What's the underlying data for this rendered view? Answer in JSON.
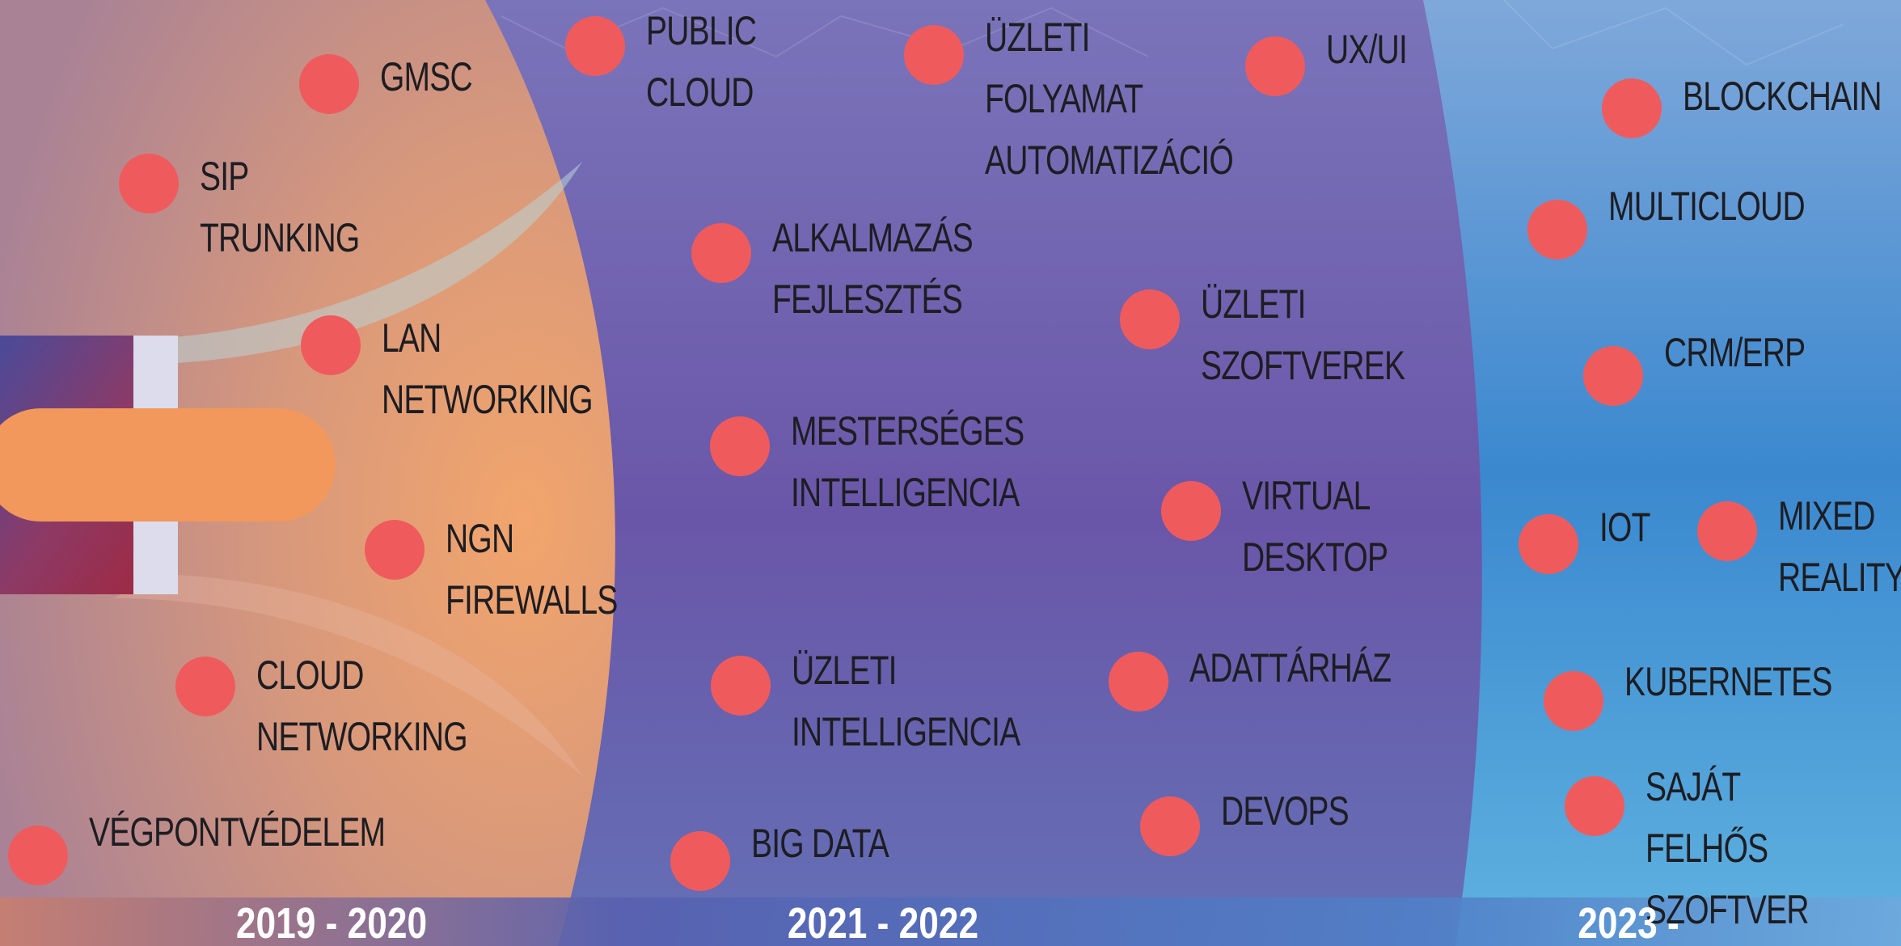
{
  "colors": {
    "dot": "#ef5b5d",
    "text": "#1d1d22",
    "period_text": "#ffffff",
    "panel_left": "#d99579",
    "panel_mid": "#6c64ae",
    "panel_right": "#4a9ad2",
    "magnet": "#9a3a58"
  },
  "periods": [
    {
      "label": "2019 - 2020"
    },
    {
      "label": "2021 - 2022"
    },
    {
      "label": "2023 -"
    }
  ],
  "items": [
    {
      "label": "GMSC"
    },
    {
      "label": "SIP\nTRUNKING"
    },
    {
      "label": "LAN\nNETWORKING"
    },
    {
      "label": "NGN\nFIREWALLS"
    },
    {
      "label": "CLOUD\nNETWORKING"
    },
    {
      "label": "VÉGPONTVÉDELEM"
    },
    {
      "label": "PUBLIC\nCLOUD"
    },
    {
      "label": "ÜZLETI\nFOLYAMAT\nAUTOMATIZÁCIÓ"
    },
    {
      "label": "UX/UI"
    },
    {
      "label": "ALKALMAZÁS\nFEJLESZTÉS"
    },
    {
      "label": "ÜZLETI\nSZOFTVEREK"
    },
    {
      "label": "MESTERSÉGES\nINTELLIGENCIA"
    },
    {
      "label": "VIRTUAL\nDESKTOP"
    },
    {
      "label": "ÜZLETI\nINTELLIGENCIA"
    },
    {
      "label": "ADATTÁRHÁZ"
    },
    {
      "label": "BIG DATA"
    },
    {
      "label": "DEVOPS"
    },
    {
      "label": "BLOCKCHAIN"
    },
    {
      "label": "MULTICLOUD"
    },
    {
      "label": "CRM/ERP"
    },
    {
      "label": "IOT"
    },
    {
      "label": "MIXED\nREALITY"
    },
    {
      "label": "KUBERNETES"
    },
    {
      "label": "SAJÁT FELHŐS\nSZOFTVER"
    }
  ]
}
